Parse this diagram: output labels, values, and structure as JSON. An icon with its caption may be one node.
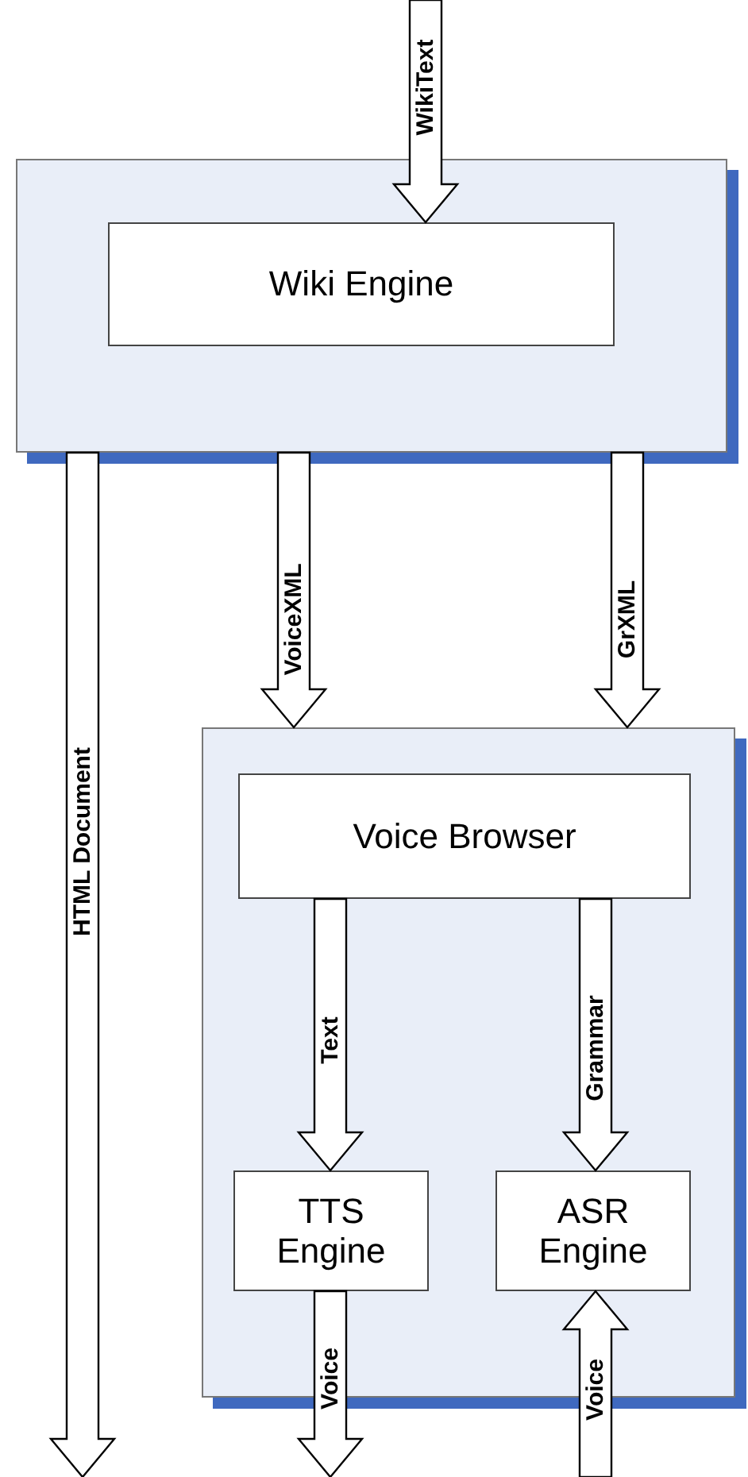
{
  "diagram": {
    "nodes": [
      {
        "text": [],
        "shape": "box"
      },
      {
        "text": [
          "Wiki Engine"
        ],
        "in": 0
      },
      {
        "text": [],
        "shape": "box"
      },
      {
        "text": [
          "Voice Browser"
        ],
        "in": 2
      },
      {
        "text": [
          "TTS Engine"
        ],
        "in": 2
      },
      {
        "text": [
          "ASR Engine"
        ],
        "in": 2
      }
    ],
    "edges": [
      {
        "from": null,
        "to": 1,
        "arrow": "to",
        "label": "WikiText"
      },
      {
        "from": 0,
        "to": 2,
        "arrow": "to",
        "label": "VoiceXML"
      },
      {
        "from": 0,
        "to": 2,
        "arrow": "to",
        "label": "GrXML"
      },
      {
        "from": 0,
        "to": null,
        "arrow": "to",
        "label": "HTML Document"
      },
      {
        "from": 3,
        "to": 4,
        "arrow": "to",
        "label": "Text"
      },
      {
        "from": 3,
        "to": 5,
        "arrow": "to",
        "label": "Grammar"
      },
      {
        "from": 4,
        "to": null,
        "arrow": "to",
        "label": "Voice"
      },
      {
        "from": null,
        "to": 5,
        "arrow": "to",
        "label": "Voice"
      }
    ]
  }
}
